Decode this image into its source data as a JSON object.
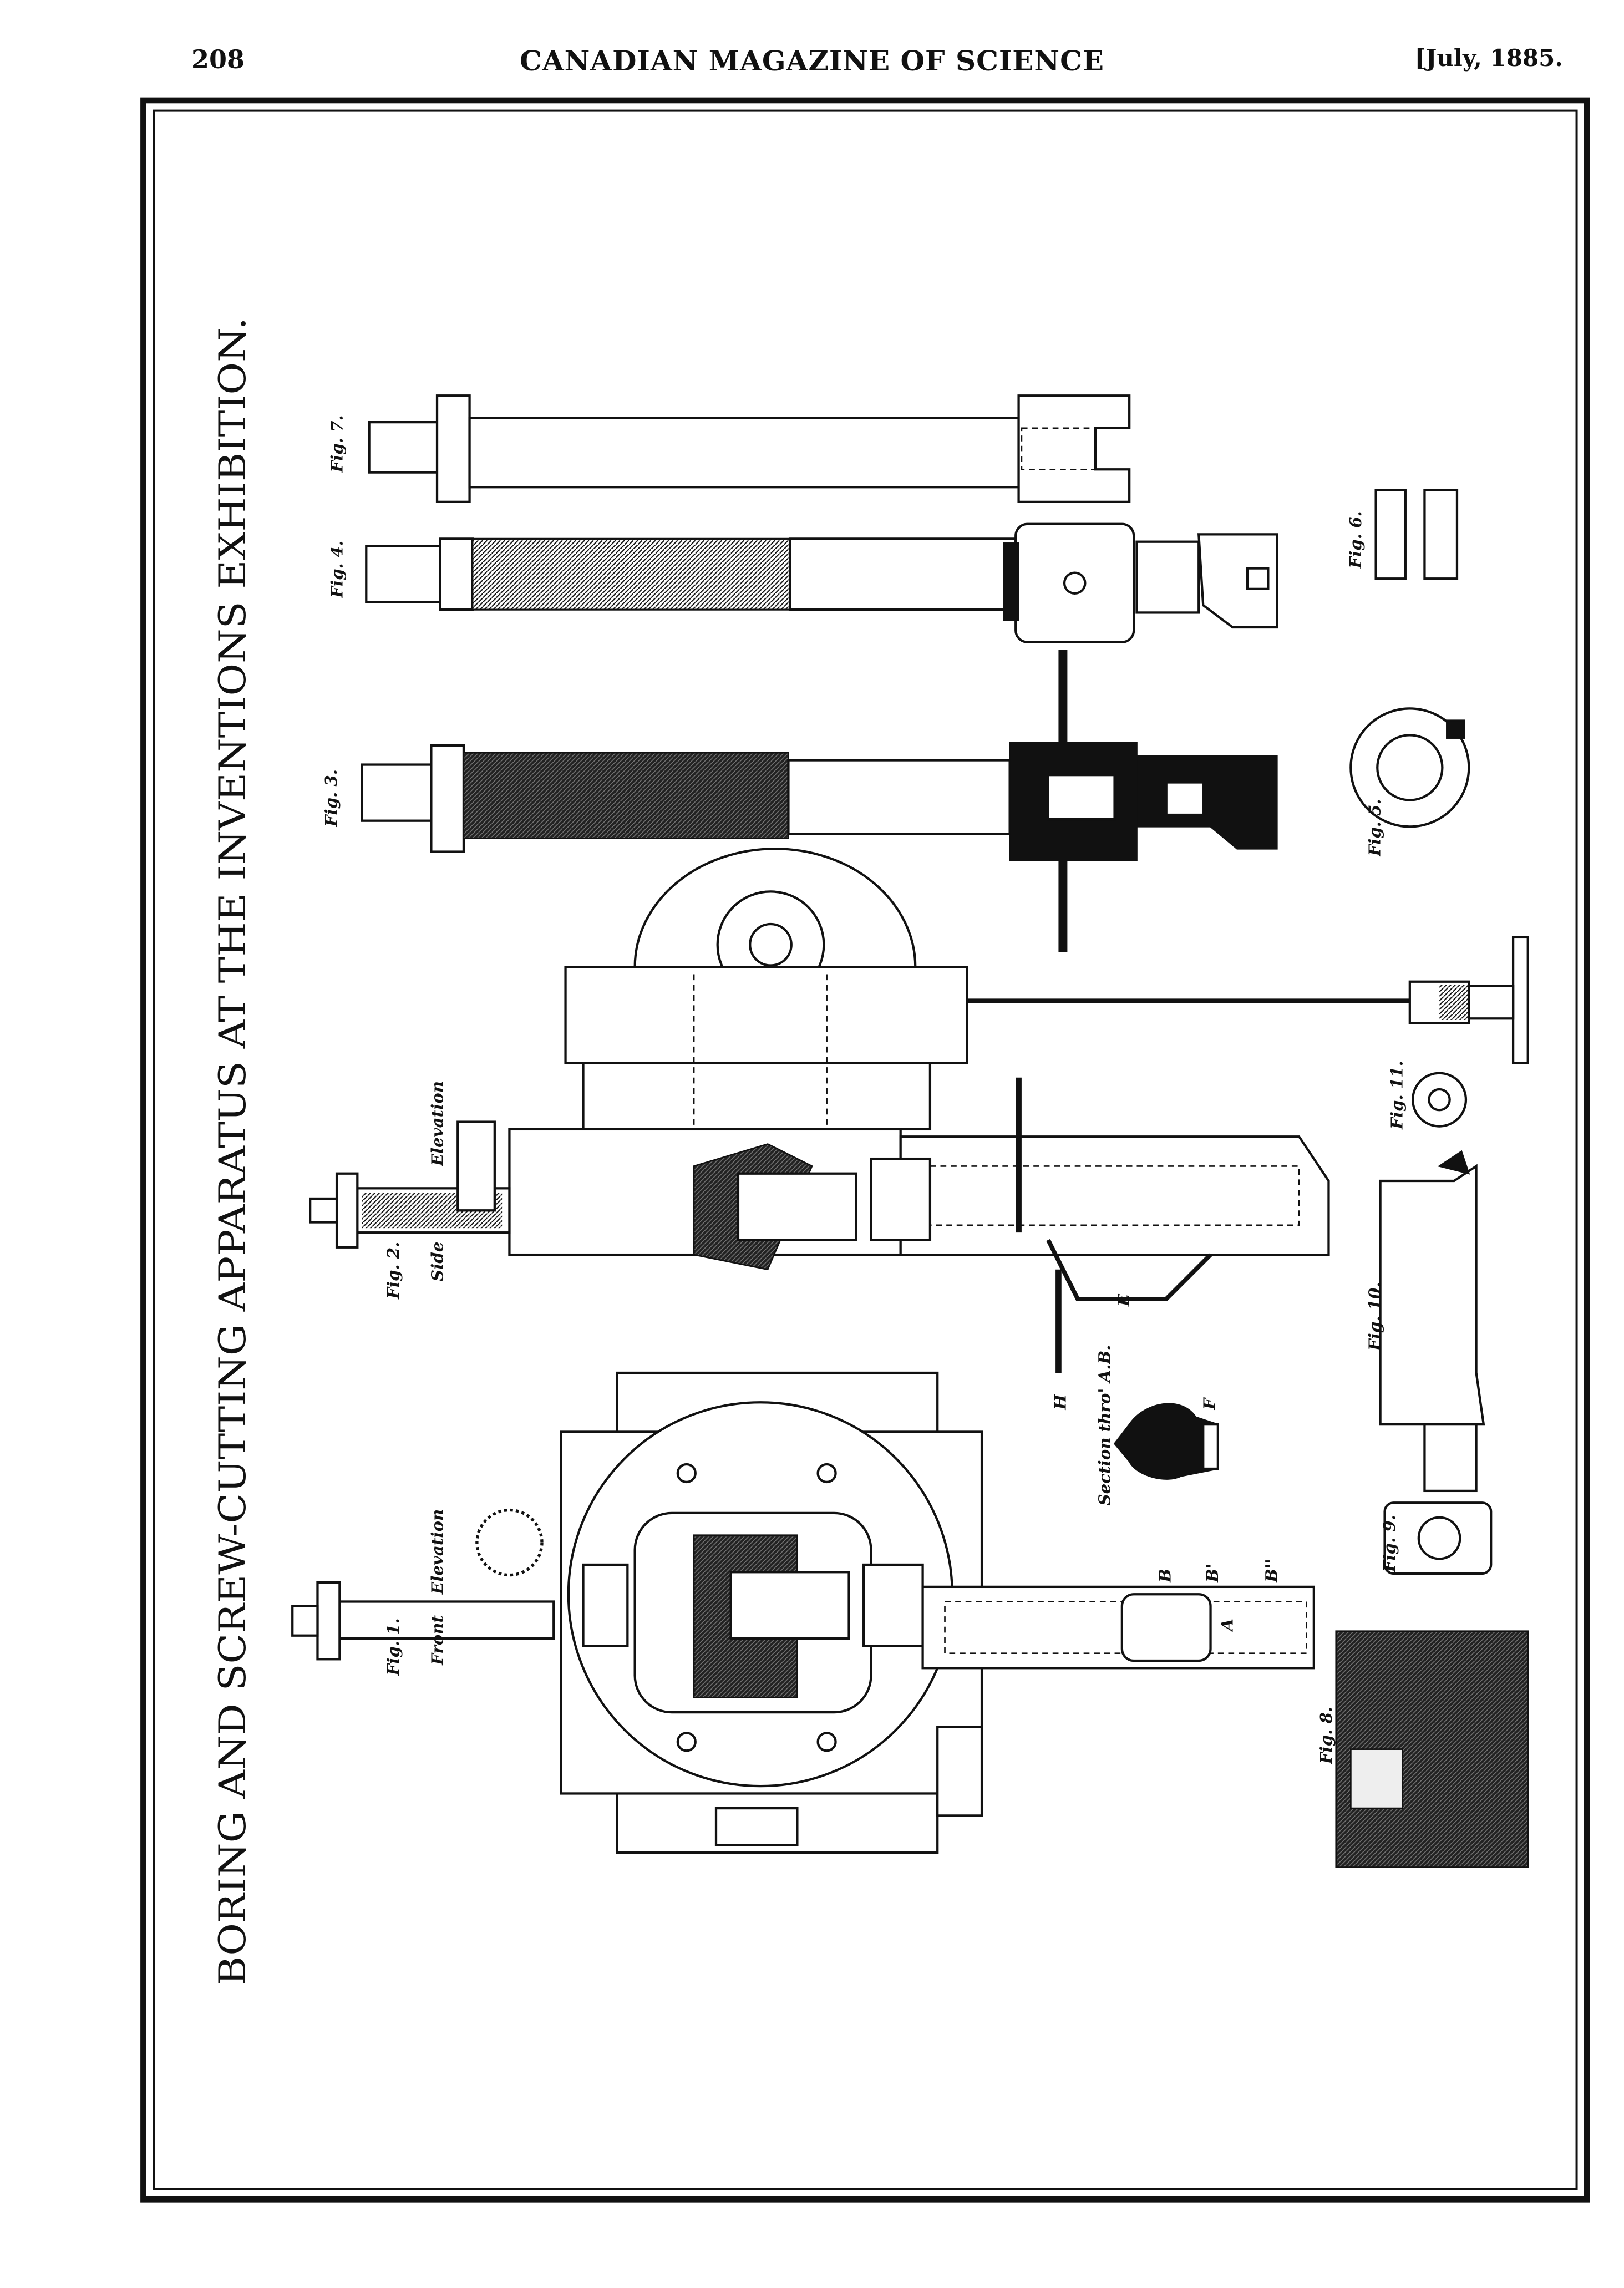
{
  "header": {
    "page_number": "208",
    "magazine_title": "CANADIAN MAGAZINE OF SCIENCE",
    "date": "[July, 1885."
  },
  "plate": {
    "title": "BORING AND SCREW-CUTTING APPARATUS AT THE INVENTIONS EXHIBITION.",
    "figures": {
      "fig1": "Fig. 1.",
      "fig1_front": "Front",
      "fig1_elevation": "Elevation",
      "fig2": "Fig. 2.",
      "fig2_side": "Side",
      "fig2_elevation": "Elevation",
      "fig3": "Fig. 3.",
      "fig4": "Fig. 4.",
      "fig5": "Fig. 5.",
      "fig6": "Fig. 6.",
      "fig7": "Fig. 7.",
      "fig8": "Fig. 8.",
      "fig9": "Fig. 9.",
      "fig10": "Fig. 10.",
      "fig11": "Fig. 11.",
      "section": "Section thro' A.B."
    },
    "letters": {
      "A": "A",
      "B": "B",
      "B1": "B'",
      "B2": "B''",
      "H": "H",
      "E": "E",
      "F": "F"
    }
  }
}
